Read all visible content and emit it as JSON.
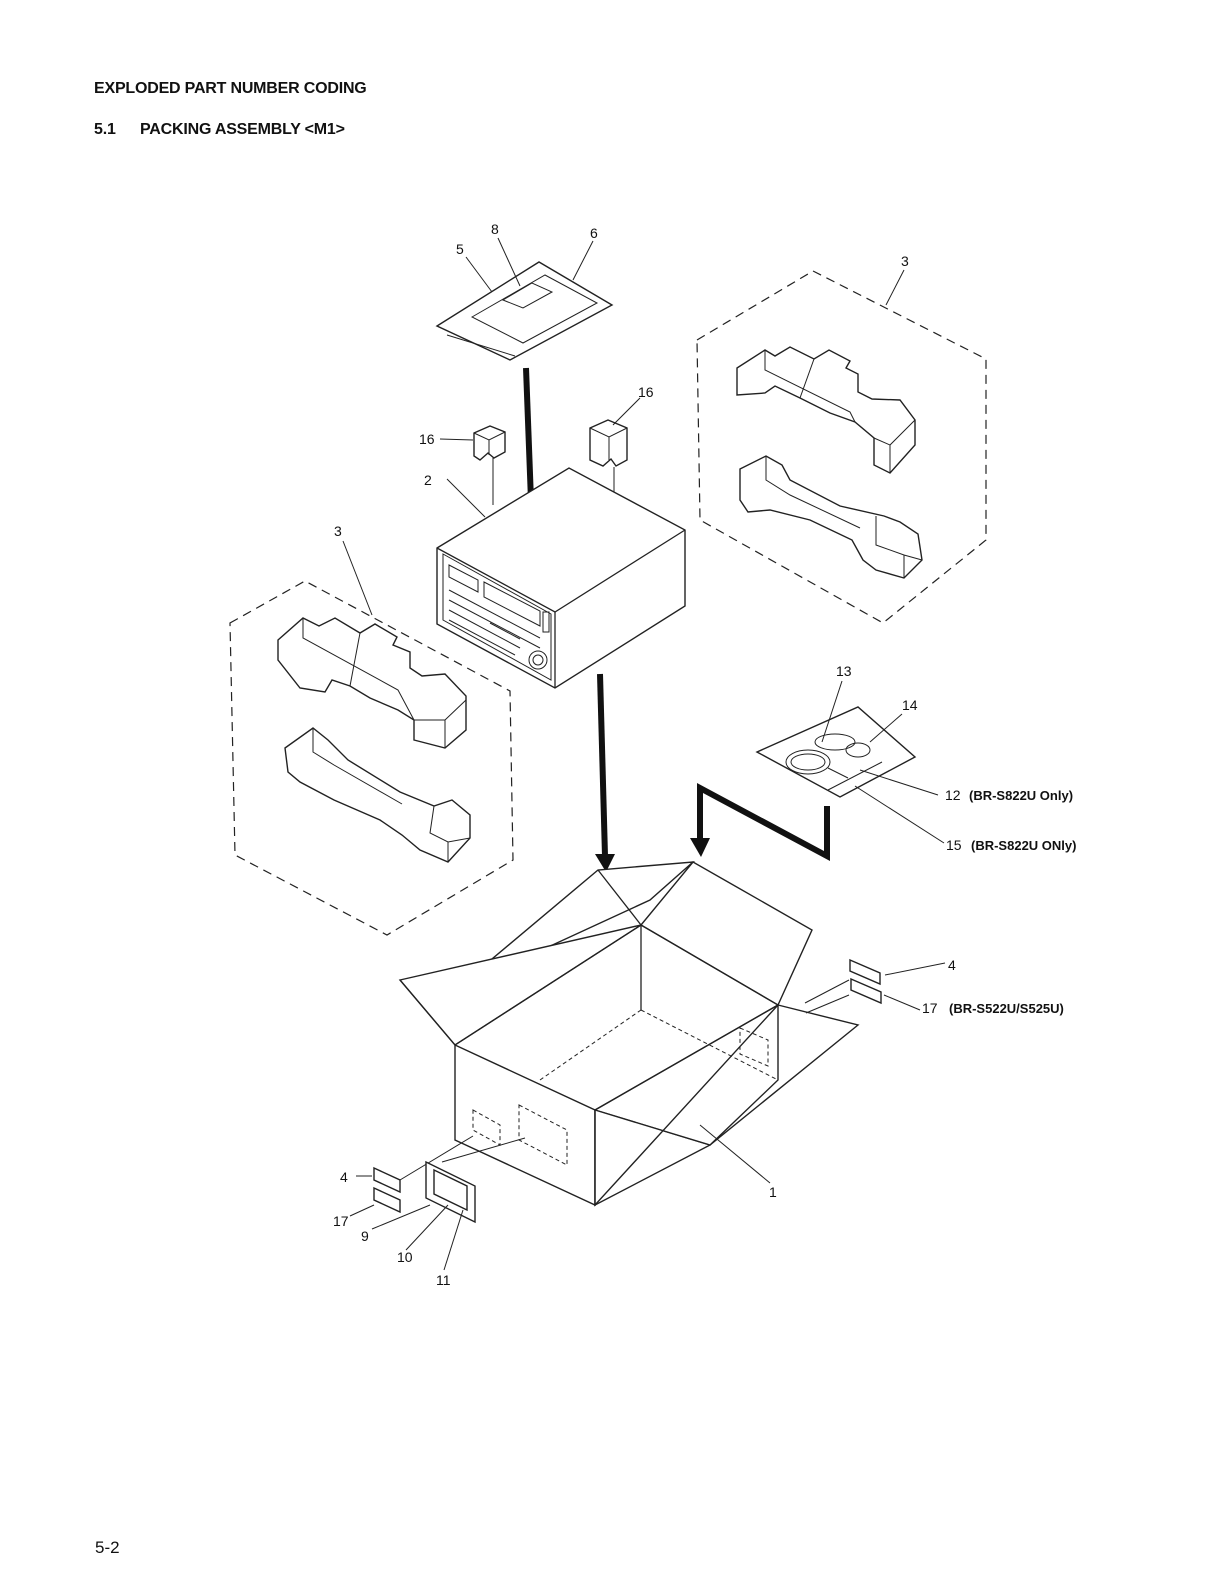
{
  "header": {
    "title": "EXPLODED PART NUMBER CODING",
    "section_number": "5.1",
    "section_title": "PACKING ASSEMBLY <M1>"
  },
  "callouts": {
    "c1": "1",
    "c2": "2",
    "c3_left": "3",
    "c3_right": "3",
    "c4_right": "4",
    "c4_left": "4",
    "c5": "5",
    "c6": "6",
    "c8": "8",
    "c9": "9",
    "c10": "10",
    "c11": "11",
    "c12": "12",
    "c13": "13",
    "c14": "14",
    "c15": "15",
    "c16_left": "16",
    "c16_right": "16",
    "c17_right": "17",
    "c17_left": "17"
  },
  "notes": {
    "n12": "(BR-S822U Only)",
    "n15": "(BR-S822U ONly)",
    "n17": "(BR-S522U/S525U)"
  },
  "footer": {
    "page_number": "5-2"
  }
}
